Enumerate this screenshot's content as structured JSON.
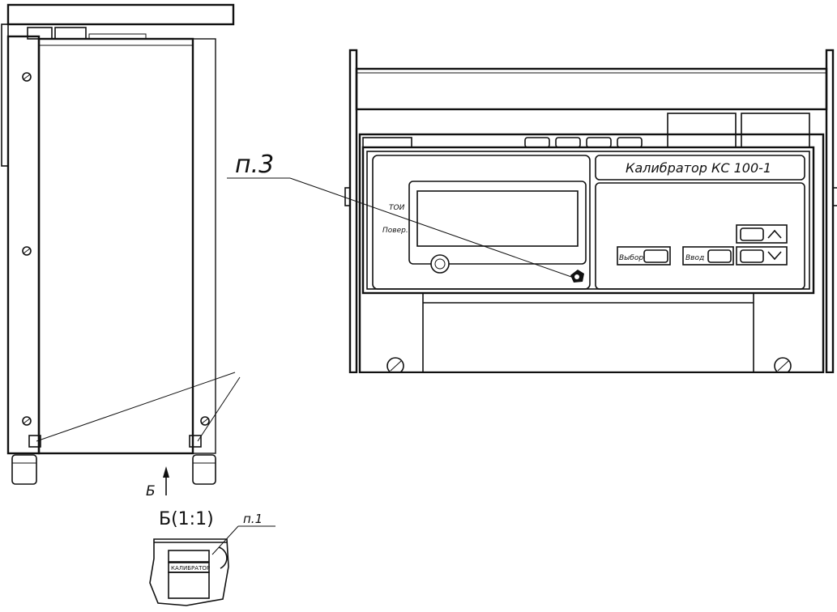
{
  "drawing": {
    "callout_p3": "п.3",
    "view_arrow_label": "Б",
    "detail_title": "Б(1:1)",
    "callout_p1": "п.1",
    "nameplate_text": "КАЛИБРАТОР",
    "front_panel": {
      "device_title": "Калибратор КС 100-1",
      "indicator_label_1": "ТОИ",
      "indicator_label_2": "Повер.",
      "select_button_label": "Выбор",
      "enter_button_label": "Ввод"
    }
  }
}
